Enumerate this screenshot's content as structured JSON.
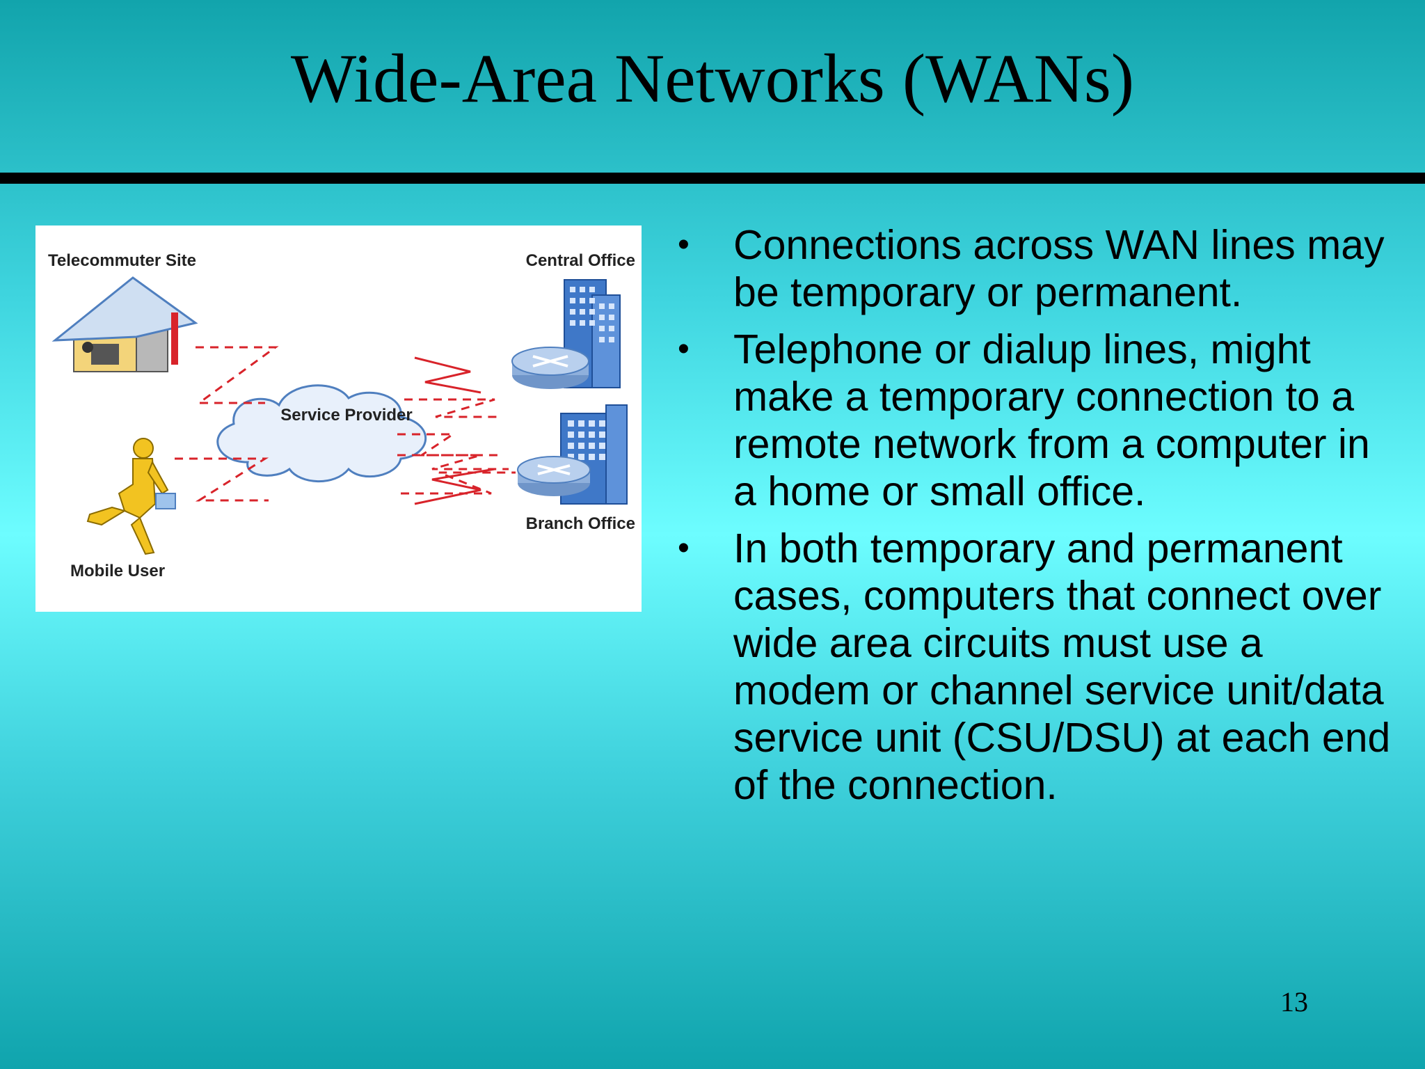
{
  "slide": {
    "title": "Wide-Area Networks (WANs)",
    "page_number": "13"
  },
  "diagram": {
    "labels": {
      "telecommuter": "Telecommuter Site",
      "central": "Central Office",
      "provider": "Service Provider",
      "branch": "Branch Office",
      "mobile": "Mobile User"
    },
    "colors": {
      "link": "#d8232a",
      "cloud_fill": "#e8f0fb",
      "cloud_stroke": "#4f7fbf",
      "building": "#3f78c8",
      "router": "#8fb0dc",
      "person": "#f2c321"
    }
  },
  "bullets": [
    "Connections across WAN lines may be temporary or permanent.",
    "Telephone or dialup lines, might make a temporary connection to a remote network from a computer in a home or small office.",
    "In both temporary and permanent cases, computers that connect over wide area circuits must use a modem or channel service unit/data service unit (CSU/DSU) at each end of the connection."
  ]
}
